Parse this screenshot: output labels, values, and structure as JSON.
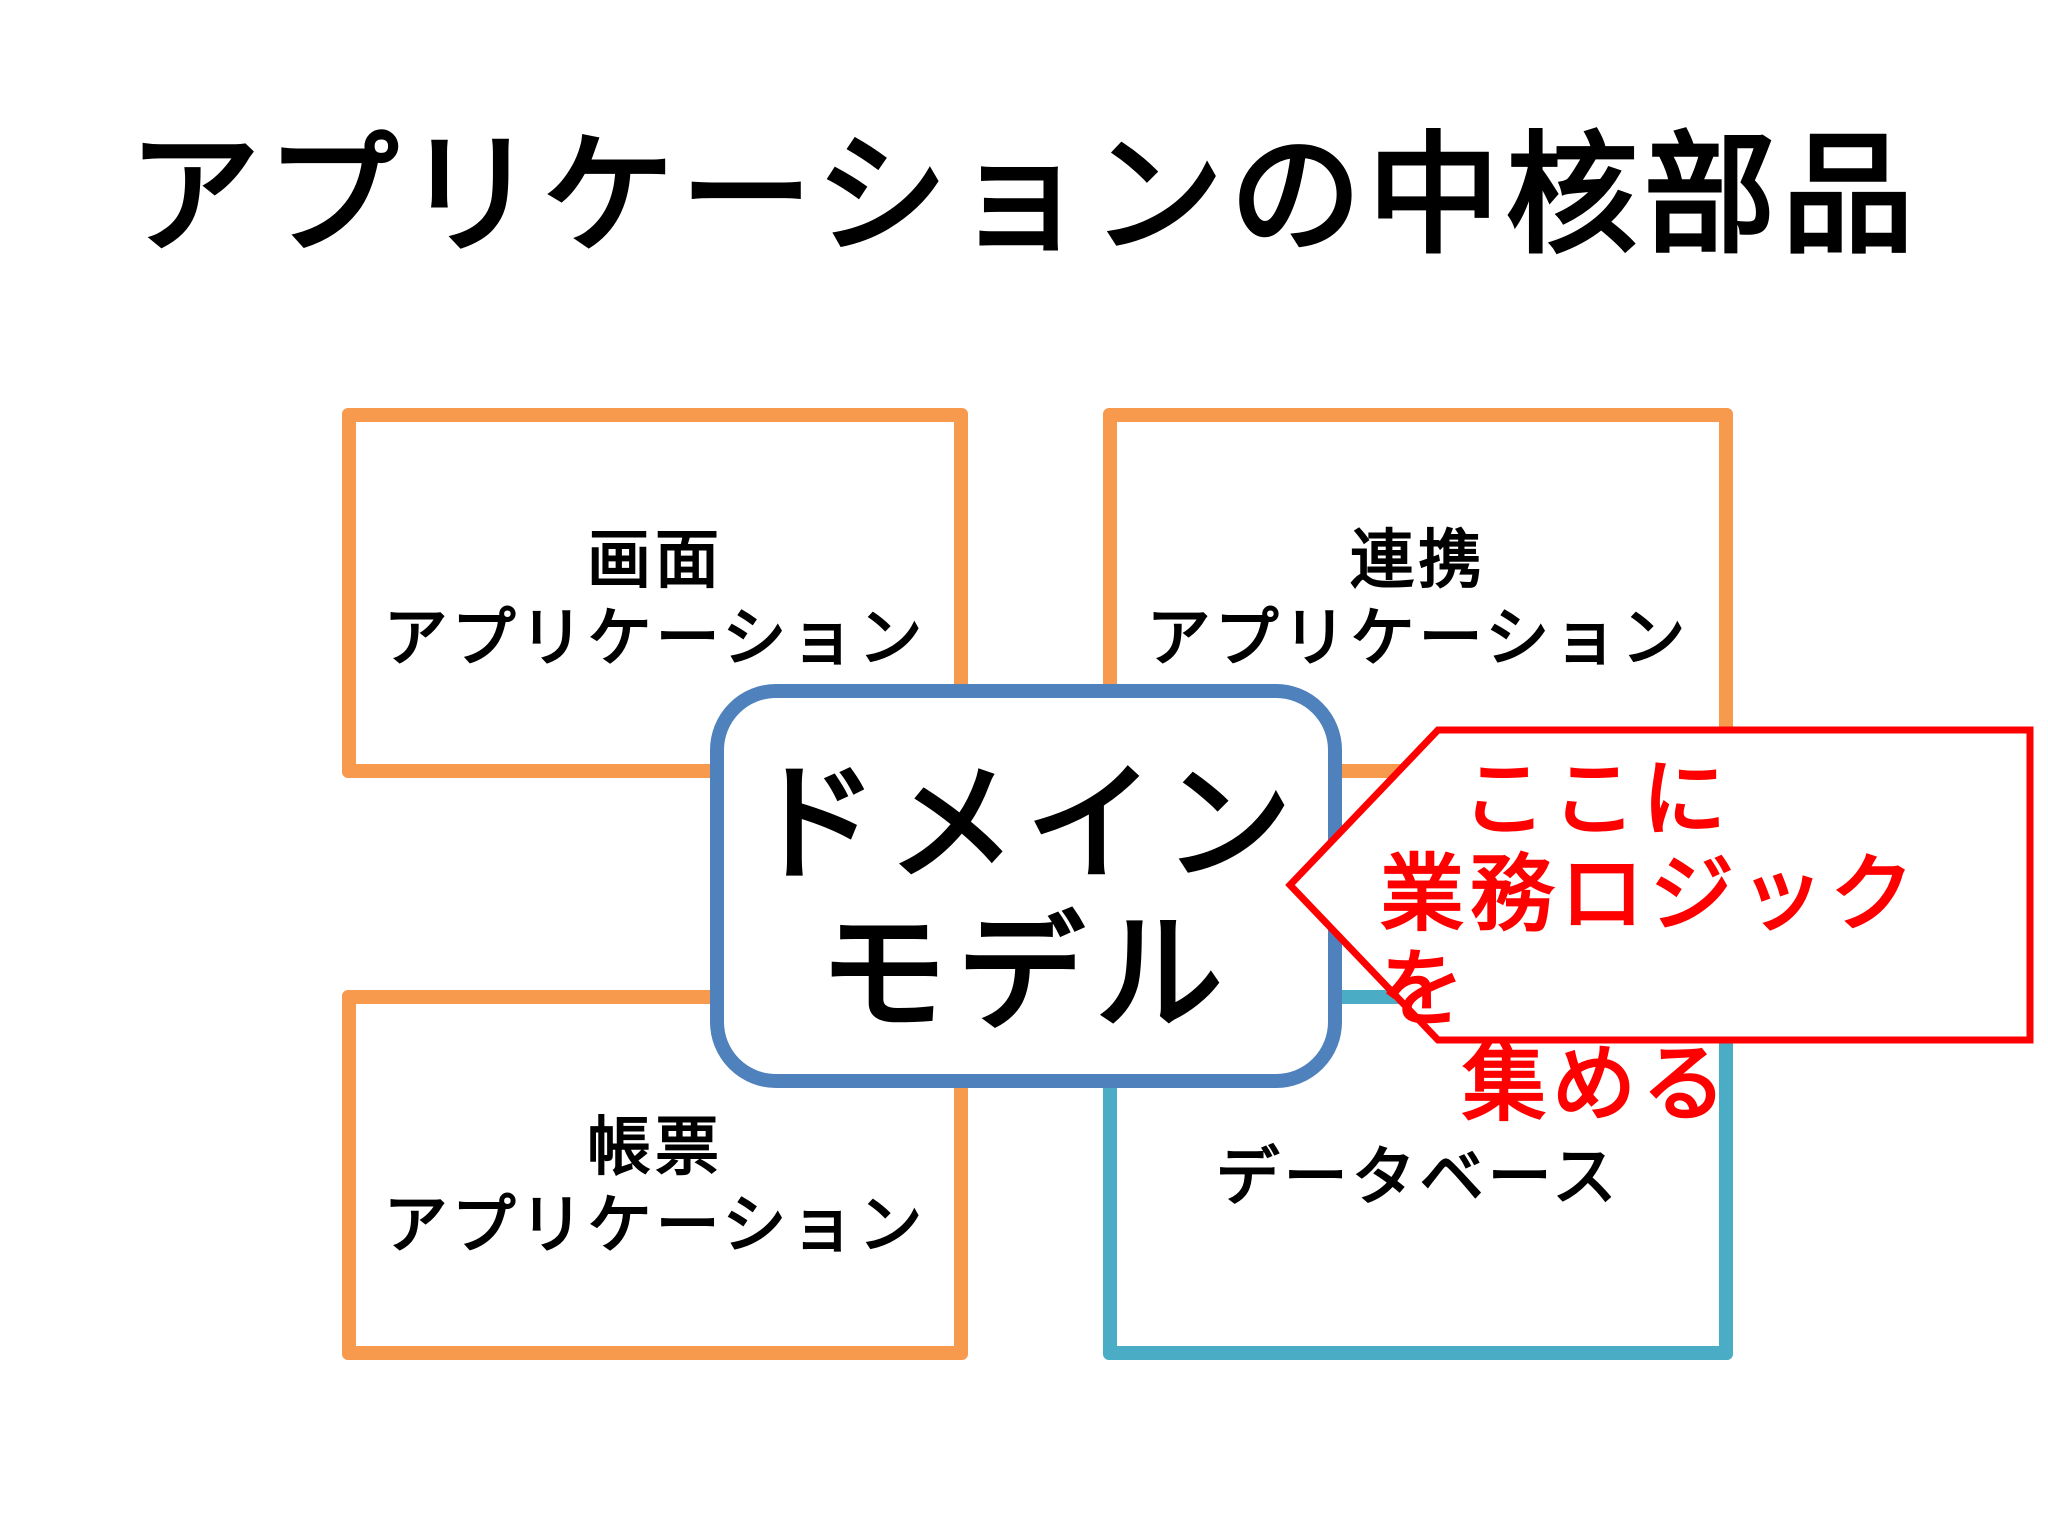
{
  "title": "アプリケーションの中核部品",
  "boxes": {
    "screen": {
      "line1": "画面",
      "line2": "アプリケーション",
      "border_color": "#F79A4E"
    },
    "link": {
      "line1": "連携",
      "line2": "アプリケーション",
      "border_color": "#F79A4E"
    },
    "report": {
      "line1": "帳票",
      "line2": "アプリケーション",
      "border_color": "#F79A4E"
    },
    "database": {
      "line1": "データベース",
      "border_color": "#4BACC6"
    }
  },
  "domain": {
    "line1": "ドメイン",
    "line2": "モデル",
    "border_color": "#4F81BD"
  },
  "callout": {
    "line1": "ここに",
    "line2": "業務ロジックを",
    "line3": "集める",
    "color": "#FF0000"
  }
}
